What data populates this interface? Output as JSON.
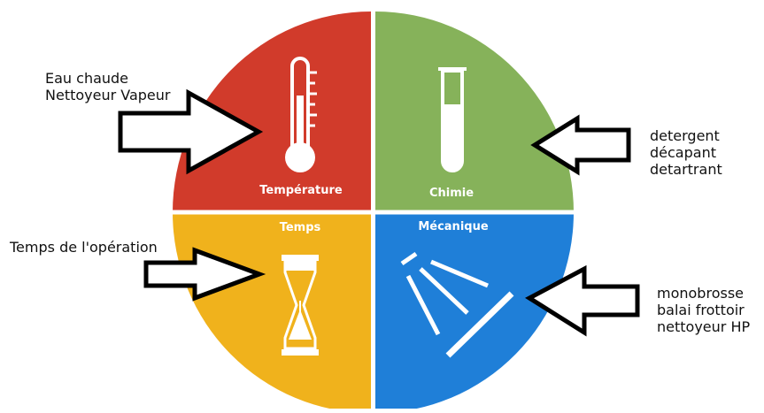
{
  "quadrants": {
    "temperature": {
      "title": "Température",
      "color": "#d13b2b",
      "icon": "thermometer-icon"
    },
    "chemistry": {
      "title": "Chimie",
      "color": "#86b25a",
      "icon": "test-tube-icon"
    },
    "time": {
      "title": "Temps",
      "color": "#f0b21c",
      "icon": "hourglass-icon"
    },
    "mechanical": {
      "title": "Mécanique",
      "color": "#1f7fd8",
      "icon": "brush-bristles-icon"
    }
  },
  "annotations": {
    "temperature": [
      "Eau chaude",
      "Nettoyeur Vapeur"
    ],
    "chemistry": [
      "detergent",
      "décapant",
      "detartrant"
    ],
    "time": [
      "Temps de l'opération"
    ],
    "mechanical": [
      "monobrosse",
      "balai frottoir",
      "nettoyeur HP"
    ]
  }
}
